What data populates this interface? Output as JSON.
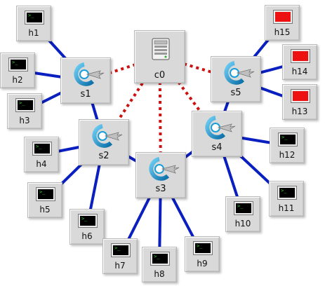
{
  "topology": {
    "controller": {
      "id": "c0",
      "label": "c0",
      "icon": "server-icon"
    },
    "switches": [
      {
        "id": "s1",
        "label": "s1",
        "icon": "openflow-switch-icon"
      },
      {
        "id": "s2",
        "label": "s2",
        "icon": "openflow-switch-icon"
      },
      {
        "id": "s3",
        "label": "s3",
        "icon": "openflow-switch-icon"
      },
      {
        "id": "s4",
        "label": "s4",
        "icon": "openflow-switch-icon"
      },
      {
        "id": "s5",
        "label": "s5",
        "icon": "openflow-switch-icon"
      }
    ],
    "hosts": [
      {
        "id": "h1",
        "label": "h1",
        "state": "normal"
      },
      {
        "id": "h2",
        "label": "h2",
        "state": "normal"
      },
      {
        "id": "h3",
        "label": "h3",
        "state": "normal"
      },
      {
        "id": "h4",
        "label": "h4",
        "state": "normal"
      },
      {
        "id": "h5",
        "label": "h5",
        "state": "normal"
      },
      {
        "id": "h6",
        "label": "h6",
        "state": "normal"
      },
      {
        "id": "h7",
        "label": "h7",
        "state": "normal"
      },
      {
        "id": "h8",
        "label": "h8",
        "state": "normal"
      },
      {
        "id": "h9",
        "label": "h9",
        "state": "normal"
      },
      {
        "id": "h10",
        "label": "h10",
        "state": "normal"
      },
      {
        "id": "h11",
        "label": "h11",
        "state": "normal"
      },
      {
        "id": "h12",
        "label": "h12",
        "state": "normal"
      },
      {
        "id": "h13",
        "label": "h13",
        "state": "alert"
      },
      {
        "id": "h14",
        "label": "h14",
        "state": "alert"
      },
      {
        "id": "h15",
        "label": "h15",
        "state": "alert"
      }
    ],
    "data_links": [
      [
        "h1",
        "s1"
      ],
      [
        "h2",
        "s1"
      ],
      [
        "h3",
        "s1"
      ],
      [
        "s1",
        "s2"
      ],
      [
        "h4",
        "s2"
      ],
      [
        "h5",
        "s2"
      ],
      [
        "h6",
        "s2"
      ],
      [
        "s2",
        "s3"
      ],
      [
        "h7",
        "s3"
      ],
      [
        "h8",
        "s3"
      ],
      [
        "h9",
        "s3"
      ],
      [
        "s3",
        "s4"
      ],
      [
        "h10",
        "s4"
      ],
      [
        "h11",
        "s4"
      ],
      [
        "h12",
        "s4"
      ],
      [
        "s4",
        "s5"
      ],
      [
        "h13",
        "s5"
      ],
      [
        "h14",
        "s5"
      ],
      [
        "h15",
        "s5"
      ]
    ],
    "control_links": [
      [
        "c0",
        "s1"
      ],
      [
        "c0",
        "s2"
      ],
      [
        "c0",
        "s3"
      ],
      [
        "c0",
        "s4"
      ],
      [
        "c0",
        "s5"
      ]
    ],
    "colors": {
      "data_link": "#0a1fbf",
      "control_link": "#cc1111",
      "node_bg": "#d9d9d9",
      "terminal_normal": "#000000",
      "terminal_alert": "#ee1111",
      "prompt": "#2fdc2f",
      "switch_ring": "#1a9ed8"
    }
  }
}
